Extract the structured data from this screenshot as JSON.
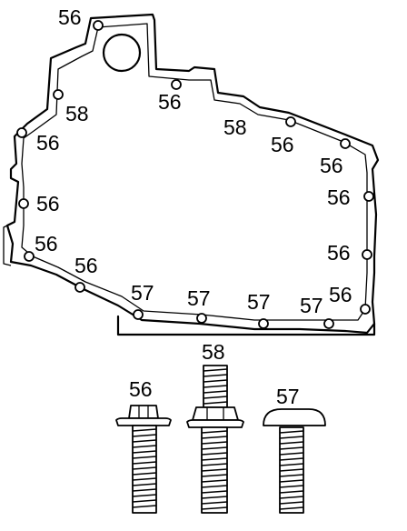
{
  "labels": {
    "top_left": "56",
    "upper_right_a": "56",
    "upper_right_b": "58",
    "left_a": "58",
    "left_b": "56",
    "right_a": "56",
    "right_b": "56",
    "left_c": "56",
    "right_c": "56",
    "left_d": "56",
    "right_d": "56",
    "left_e": "56",
    "bottom_a": "57",
    "bottom_b": "57",
    "bottom_c": "57",
    "bottom_d": "57",
    "bottom_right": "56"
  },
  "bolts": {
    "flange_bolt": "56",
    "stud_bolt": "58",
    "round_head_bolt": "57"
  }
}
